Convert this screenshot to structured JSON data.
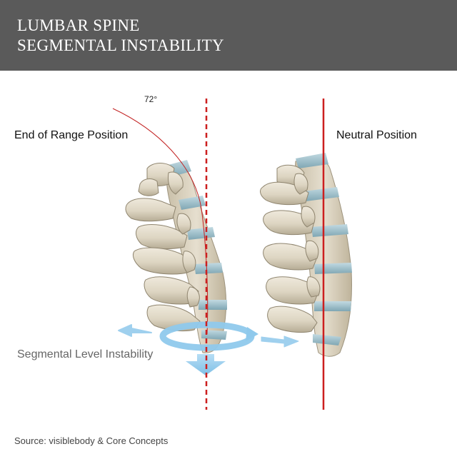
{
  "header": {
    "title_line1": "LUMBAR SPINE",
    "title_line2": "SEGMENTAL INSTABILITY"
  },
  "diagram": {
    "angle_label": "72°",
    "left_spine_label": "End of Range Position",
    "right_spine_label": "Neutral Position",
    "instability_label": "Segmental Level Instability"
  },
  "footer": {
    "source": "Source: visiblebody & Core Concepts"
  },
  "colors": {
    "header_bg": "#5a5a5a",
    "reference_line": "#cc1f1f",
    "bone": "#ddd5c2",
    "disc": "#9cc0cc",
    "motion_arrow": "#9fd0ee"
  }
}
